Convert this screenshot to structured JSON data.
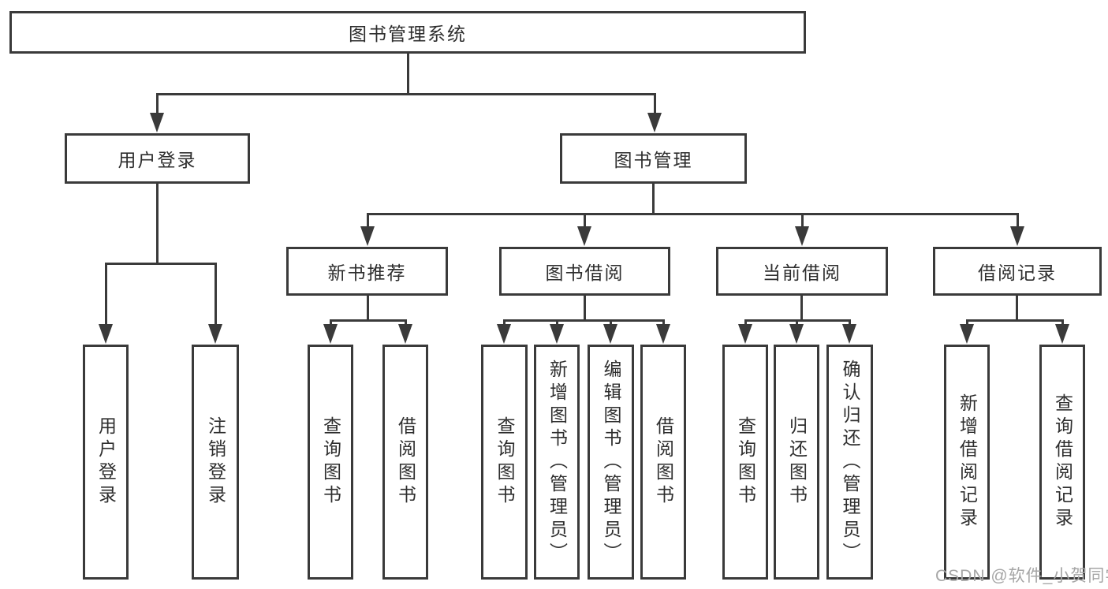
{
  "diagram": {
    "root": "图书管理系统",
    "level1": [
      {
        "label": "用户登录",
        "children": [
          "用户登录",
          "注销登录"
        ]
      },
      {
        "label": "图书管理",
        "children": [
          {
            "label": "新书推荐",
            "children": [
              "查询图书",
              "借阅图书"
            ]
          },
          {
            "label": "图书借阅",
            "children": [
              "查询图书",
              "新增图书（管理员）",
              "编辑图书（管理员）",
              "借阅图书"
            ]
          },
          {
            "label": "当前借阅",
            "children": [
              "查询图书",
              "归还图书",
              "确认归还（管理员）"
            ]
          },
          {
            "label": "借阅记录",
            "children": [
              "新增借阅记录",
              "查询借阅记录"
            ]
          }
        ]
      }
    ]
  },
  "watermark": {
    "text": "CSDN @软件_小贺同学"
  },
  "colors": {
    "line": "#3a3a3a",
    "text": "#2e2e2e",
    "watermark": "#a6a6a6",
    "background": "#ffffff"
  }
}
